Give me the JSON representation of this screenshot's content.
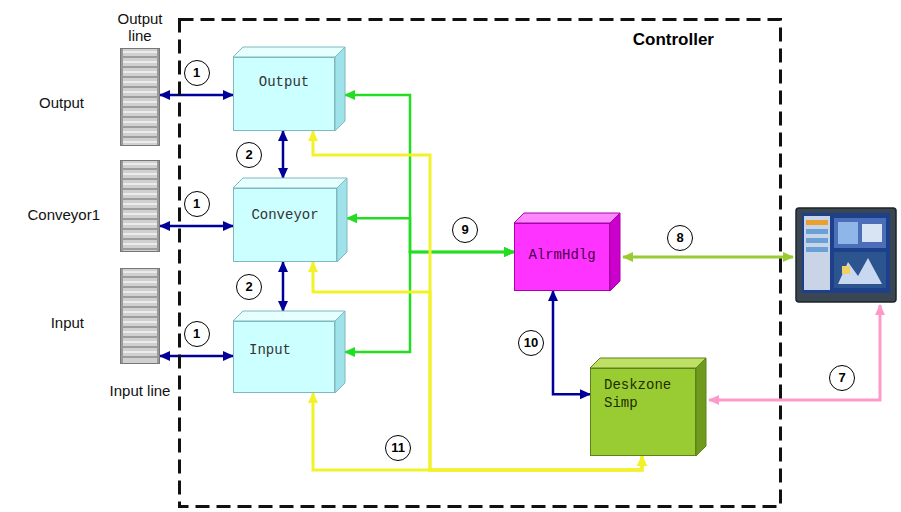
{
  "diagram": {
    "nodes": [
      {
        "text": [
          "Output line",
          "Output"
        ]
      },
      {
        "text": [
          "Conveyor1"
        ]
      },
      {
        "text": [
          "Input",
          "Input line"
        ]
      },
      {
        "text": [
          "Controller"
        ]
      },
      {
        "text": [
          "Output"
        ],
        "in": 3
      },
      {
        "text": [
          "Conveyor"
        ],
        "in": 3
      },
      {
        "text": [
          "Input"
        ],
        "in": 3
      },
      {
        "text": [
          "AlrmHdlg"
        ],
        "in": 3
      },
      {
        "text": [
          "Deskzone Simp"
        ],
        "in": 3
      }
    ],
    "edges": [
      {
        "from": 0,
        "to": 4,
        "arrow": "both",
        "label": "1"
      },
      {
        "from": 1,
        "to": 5,
        "arrow": "both",
        "label": "1"
      },
      {
        "from": 2,
        "to": 6,
        "arrow": "both",
        "label": "1"
      },
      {
        "from": 4,
        "to": 5,
        "arrow": "both",
        "label": "2"
      },
      {
        "from": 5,
        "to": 6,
        "arrow": "both",
        "label": "2"
      },
      {
        "from": 7,
        "to": 4,
        "arrow": "both"
      },
      {
        "from": 7,
        "to": 5,
        "arrow": "both",
        "label": "9"
      },
      {
        "from": 7,
        "to": 6,
        "arrow": "both"
      },
      {
        "from": 7,
        "to": 8,
        "arrow": "both",
        "label": "10"
      },
      {
        "from": 8,
        "to": 4,
        "arrow": "both"
      },
      {
        "from": 8,
        "to": 5,
        "arrow": "both"
      },
      {
        "from": 8,
        "to": 6,
        "arrow": "both",
        "label": "11"
      }
    ],
    "labels": [
      "8",
      "7"
    ]
  }
}
